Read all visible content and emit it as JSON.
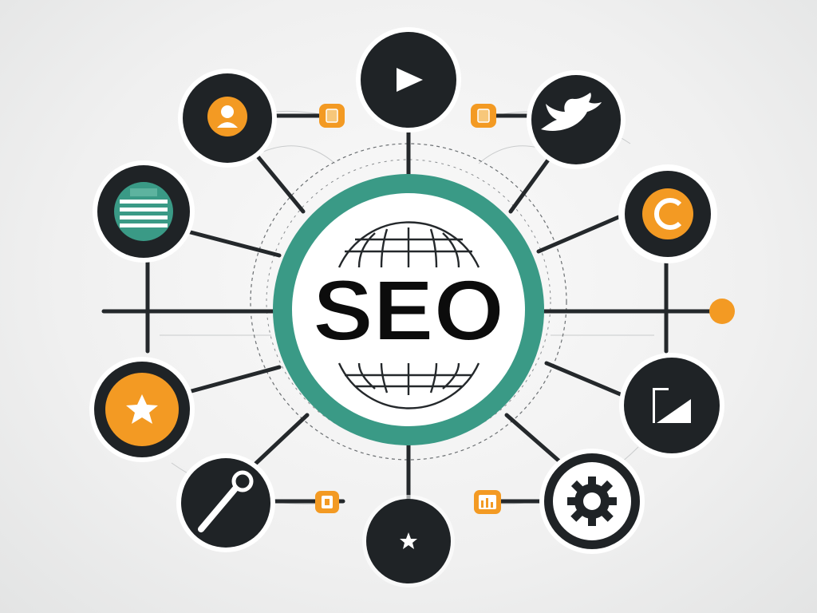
{
  "center": {
    "label": "SEO",
    "icon": "globe-icon"
  },
  "colors": {
    "background": "#f1f1f1",
    "dark": "#1f2326",
    "teal": "#3a9a86",
    "orange": "#f39a23",
    "line": "#24282b",
    "white": "#ffffff"
  },
  "nodes": [
    {
      "name": "user-profile-node",
      "icon": "user-icon",
      "fill": "dark",
      "accent": "orange"
    },
    {
      "name": "play-video-node",
      "icon": "play-icon",
      "fill": "dark",
      "accent": "white"
    },
    {
      "name": "twitter-node",
      "icon": "twitter-bird-icon",
      "fill": "dark",
      "accent": "white"
    },
    {
      "name": "document-list-node",
      "icon": "list-document-icon",
      "fill": "dark",
      "accent": "teal"
    },
    {
      "name": "copyright-node",
      "icon": "letter-c-icon",
      "fill": "dark",
      "accent": "orange"
    },
    {
      "name": "star-rating-node",
      "icon": "star-icon",
      "fill": "dark",
      "accent": "orange"
    },
    {
      "name": "chart-node",
      "icon": "bar-chart-icon",
      "fill": "dark",
      "accent": "white"
    },
    {
      "name": "search-tool-node",
      "icon": "magnifier-icon",
      "fill": "dark",
      "accent": "white"
    },
    {
      "name": "favorite-node",
      "icon": "small-star-icon",
      "fill": "dark",
      "accent": "white"
    },
    {
      "name": "settings-node",
      "icon": "gear-icon",
      "fill": "white",
      "accent": "dark"
    }
  ],
  "connectors": [
    {
      "name": "top-left-link-badge",
      "icon": "document-icon"
    },
    {
      "name": "top-right-link-badge",
      "icon": "document-icon"
    },
    {
      "name": "bottom-left-link-badge",
      "icon": "document-icon"
    },
    {
      "name": "bottom-right-link-badge",
      "icon": "chart-icon"
    },
    {
      "name": "right-end-dot",
      "icon": "dot-icon"
    }
  ]
}
